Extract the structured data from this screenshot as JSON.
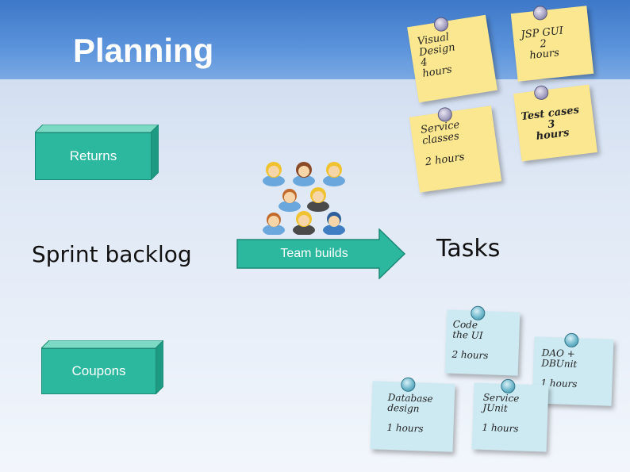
{
  "slide": {
    "title": "Planning",
    "colors": {
      "banner": "#4a86d4",
      "box": "#2bb89f",
      "yellow_note": "#fbe78f",
      "blue_note": "#cdeaf3",
      "arrow": "#2bb89f"
    }
  },
  "boxes": {
    "returns": "Returns",
    "coupons": "Coupons"
  },
  "labels": {
    "sprint_backlog": "Sprint backlog",
    "tasks": "Tasks"
  },
  "arrow": {
    "label": "Team builds"
  },
  "team": {
    "icon": "people-group-icon"
  },
  "yellow_notes": [
    {
      "id": "visual-design",
      "text": "Visual\nDesign\n4\nhours"
    },
    {
      "id": "jsp-gui",
      "text": "JSP GUI\n2\nhours"
    },
    {
      "id": "service-classes",
      "text": "Service\nclasses\n\n2 hours"
    },
    {
      "id": "test-cases",
      "text": "Test cases\n3\nhours"
    }
  ],
  "blue_notes": [
    {
      "id": "code-ui",
      "text": "Code\nthe UI\n\n2 hours"
    },
    {
      "id": "dao-dbunit",
      "text": "DAO +\nDBUnit\n\n1 hours"
    },
    {
      "id": "database-design",
      "text": "Database\ndesign\n\n1 hours"
    },
    {
      "id": "service-junit",
      "text": "Service\nJUnit\n\n1 hours"
    }
  ]
}
